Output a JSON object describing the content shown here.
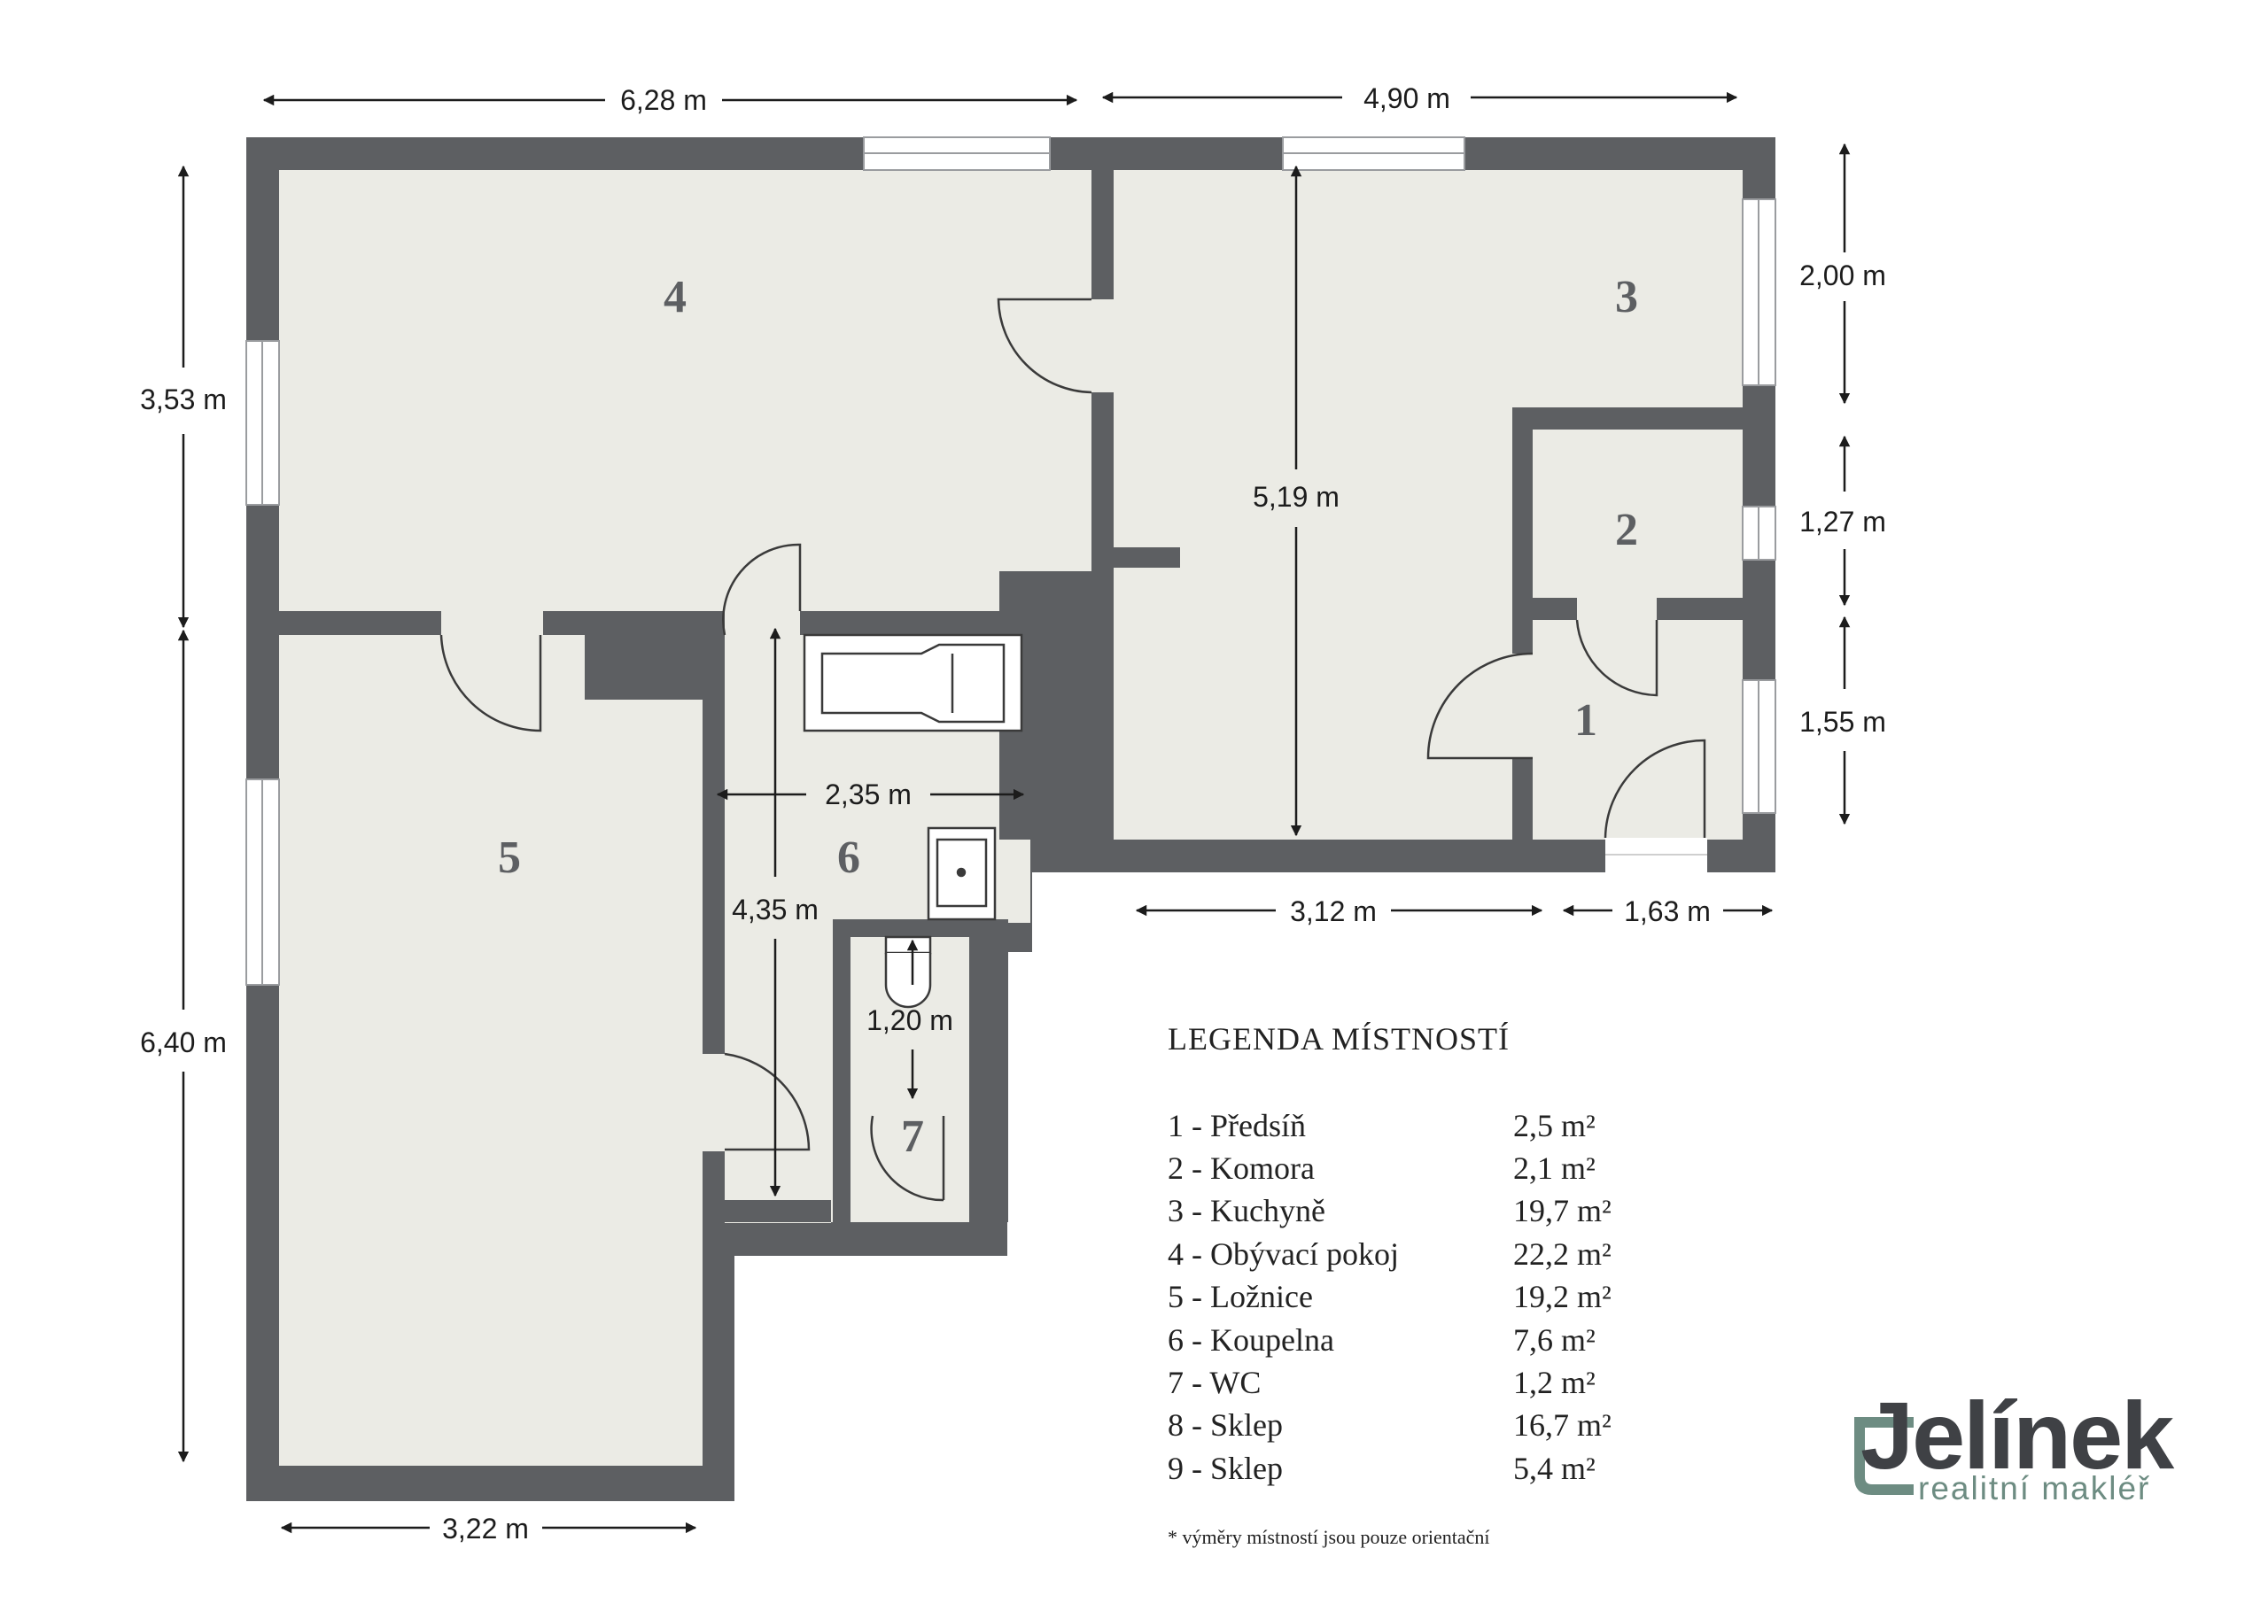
{
  "plan": {
    "colors": {
      "wall": "#5d5f62",
      "floor": "#ebebe5",
      "window": "#ffffff",
      "text": "#1c1c1c",
      "brand_dark": "#3f4145",
      "brand_accent": "#6d8c82"
    },
    "rooms": [
      {
        "num": "1"
      },
      {
        "num": "2"
      },
      {
        "num": "3"
      },
      {
        "num": "4"
      },
      {
        "num": "5"
      },
      {
        "num": "6"
      },
      {
        "num": "7"
      }
    ],
    "dimensions": {
      "top_left": "6,28 m",
      "top_right": "4,90 m",
      "left_upper": "3,53 m",
      "left_lower": "6,40 m",
      "right_1": "2,00 m",
      "right_2": "1,27 m",
      "right_3": "1,55 m",
      "kitchen_height": "5,19 m",
      "bath_width": "2,35 m",
      "bath_height": "4,35 m",
      "wc_height": "1,20 m",
      "bottom_mid": "3,12 m",
      "bottom_right": "1,63 m",
      "bottom_left": "3,22 m"
    }
  },
  "legend": {
    "title": "LEGENDA MÍSTNOSTÍ",
    "items": [
      {
        "label": "1 - Předsíň",
        "area": "2,5 m²"
      },
      {
        "label": "2 - Komora",
        "area": "2,1 m²"
      },
      {
        "label": "3 - Kuchyně",
        "area": "19,7 m²"
      },
      {
        "label": "4 - Obývací pokoj",
        "area": "22,2 m²"
      },
      {
        "label": "5 - Ložnice",
        "area": "19,2 m²"
      },
      {
        "label": "6 - Koupelna",
        "area": "7,6 m²"
      },
      {
        "label": "7 - WC",
        "area": "1,2 m²"
      },
      {
        "label": "8 - Sklep",
        "area": "16,7 m²"
      },
      {
        "label": "9 - Sklep",
        "area": "5,4 m²"
      }
    ],
    "footnote": "*  výměry místností jsou pouze orientační"
  },
  "brand": {
    "name": "Jelínek",
    "tagline": "realitní makléř"
  }
}
